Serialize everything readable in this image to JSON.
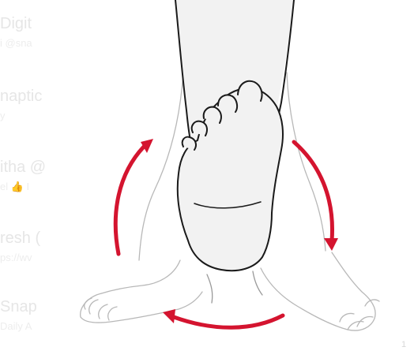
{
  "background_list": [
    {
      "title": "Digit",
      "subtitle": "i @sna"
    },
    {
      "title": "naptic",
      "subtitle": "y"
    },
    {
      "title": "itha @",
      "subtitle": "el 👍 I"
    },
    {
      "title": "resh (",
      "subtitle": "ps://wv"
    },
    {
      "title": "Snap",
      "subtitle": "Daily A"
    }
  ],
  "corner_number": "1",
  "illustration": {
    "arrow_color": "#d4142f",
    "line_color": "#1a1a1a",
    "faint_line_color": "#b8b8b8",
    "skin_fill": "#f2f2f2"
  }
}
